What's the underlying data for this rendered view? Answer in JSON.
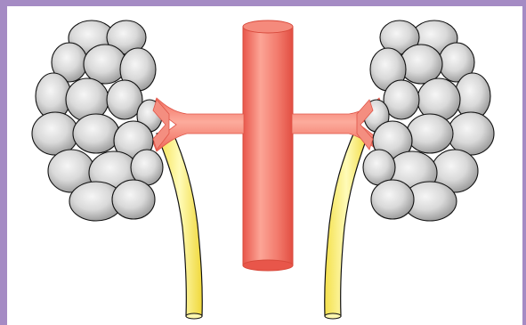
{
  "diagram": {
    "subject": "kidneys-with-aorta-and-ureters",
    "colors": {
      "frame": "#a58bc4",
      "kidney_fill": "#d4d4d4",
      "kidney_highlight": "#f4f4f4",
      "kidney_outline": "#111111",
      "artery_fill": "#f0776a",
      "artery_highlight": "#fbb4a8",
      "artery_outline": "#d84a3c",
      "ureter_fill": "#fbf48a",
      "ureter_outline": "#111111"
    },
    "parts": [
      {
        "id": "left-kidney",
        "icon": "polycystic-kidney-icon"
      },
      {
        "id": "right-kidney",
        "icon": "polycystic-kidney-icon"
      },
      {
        "id": "aorta",
        "icon": "blood-vessel-icon"
      },
      {
        "id": "left-renal-artery",
        "icon": "blood-vessel-icon"
      },
      {
        "id": "right-renal-artery",
        "icon": "blood-vessel-icon"
      },
      {
        "id": "left-ureter",
        "icon": "ureter-tube-icon"
      },
      {
        "id": "right-ureter",
        "icon": "ureter-tube-icon"
      }
    ]
  }
}
